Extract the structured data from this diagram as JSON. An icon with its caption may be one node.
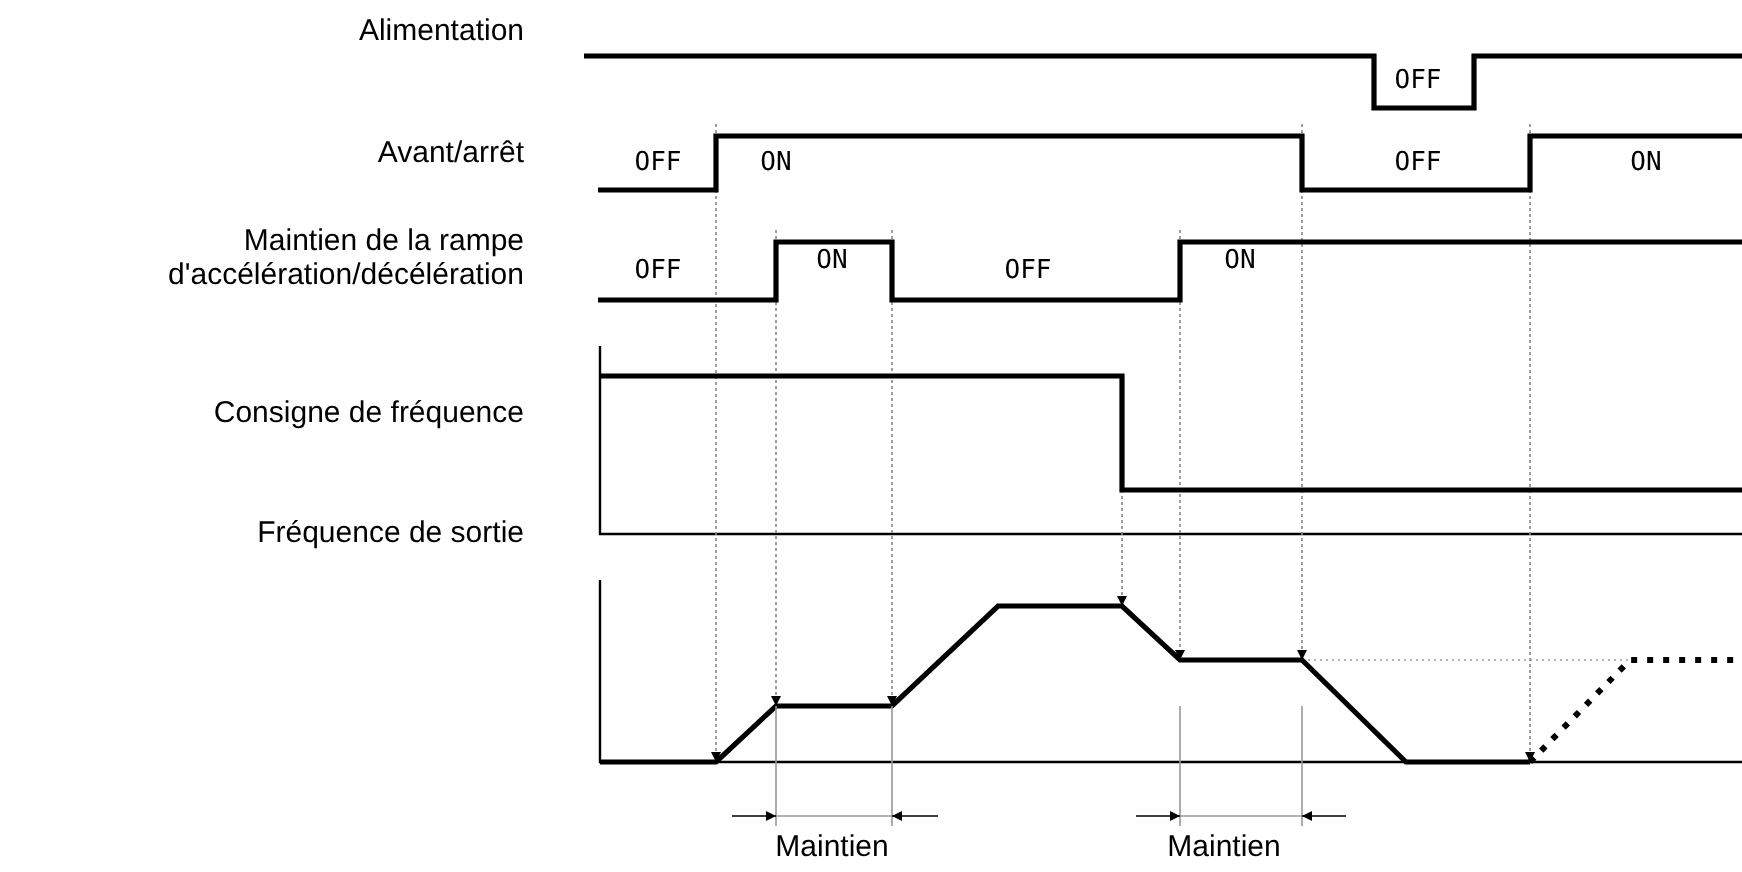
{
  "diagram": {
    "labels": [
      "Alimentation",
      "OFF",
      "Avant/arrêt",
      "OFF",
      "ON",
      "OFF",
      "ON",
      "Maintien de la rampe d'accélération/décélération",
      "OFF",
      "ON",
      "OFF",
      "ON",
      "Consigne de fréquence",
      "Fréquence de sortie",
      "Maintien",
      "Maintien"
    ]
  }
}
